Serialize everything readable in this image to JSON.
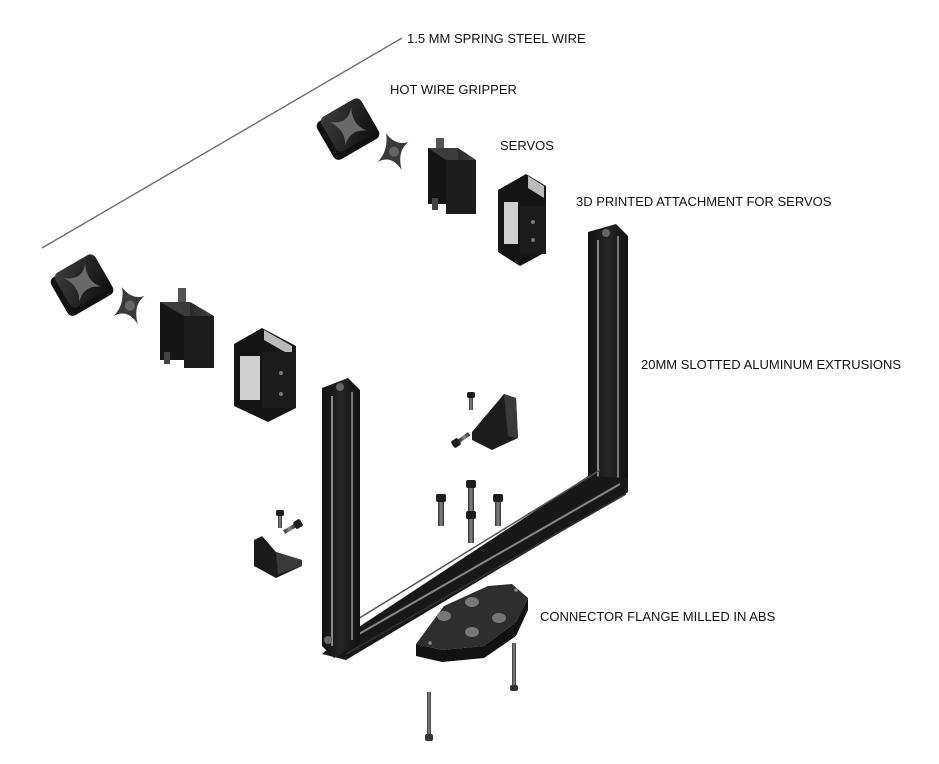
{
  "diagram": {
    "type": "exploded-assembly-view",
    "labels": {
      "wire": "1.5 MM SPRING STEEL WIRE",
      "gripper": "HOT WIRE GRIPPER",
      "servos": "SERVOS",
      "attachment": "3D PRINTED ATTACHMENT FOR SERVOS",
      "extrusions": "20MM SLOTTED ALUMINUM EXTRUSIONS",
      "flange": "CONNECTOR FLANGE MILLED IN ABS"
    },
    "components": [
      {
        "id": "spring-steel-wire",
        "count": 1
      },
      {
        "id": "hot-wire-gripper",
        "count": 2
      },
      {
        "id": "servo-horn",
        "count": 2
      },
      {
        "id": "servo",
        "count": 2
      },
      {
        "id": "servo-attachment-bracket",
        "count": 2
      },
      {
        "id": "aluminum-extrusion-frame",
        "count": 1
      },
      {
        "id": "corner-bracket",
        "count": 2
      },
      {
        "id": "socket-cap-screw",
        "count": 10
      },
      {
        "id": "connector-flange",
        "count": 1
      }
    ],
    "colors": {
      "part_dark": "#1a1a1a",
      "part_mid": "#3a3a3a",
      "part_highlight": "#8a8a8a",
      "wire": "#6e6e6e",
      "text": "#111111",
      "background": "#ffffff"
    }
  }
}
